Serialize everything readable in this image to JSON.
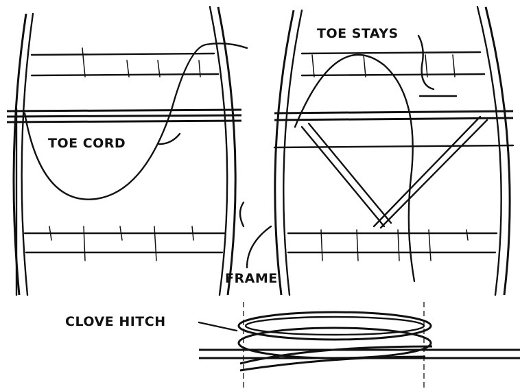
{
  "labels": {
    "toe_stays": "TOE STAYS",
    "toe_cord": "TOE CORD",
    "frame": "FRAME",
    "clove_hitch": "CLOVE HITCH"
  }
}
